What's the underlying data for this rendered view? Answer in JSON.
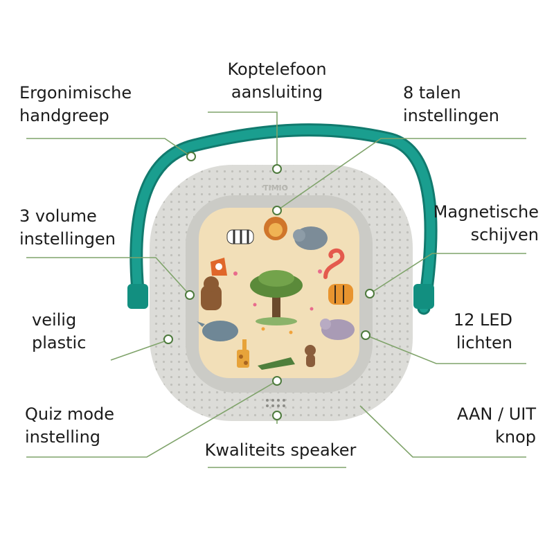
{
  "callouts": {
    "headphone": [
      "Koptelefoon",
      "aansluiting"
    ],
    "handle": [
      "Ergonimische",
      "handgreep"
    ],
    "languages": [
      "8 talen",
      "instellingen"
    ],
    "volume": [
      "3 volume",
      "instellingen"
    ],
    "discs": [
      "Magnetische",
      "schijven"
    ],
    "plastic": [
      "veilig",
      "plastic"
    ],
    "leds": [
      "12 LED",
      "lichten"
    ],
    "quiz": [
      "Quiz mode",
      "instelling"
    ],
    "power": [
      "AAN / UIT",
      "knop"
    ],
    "speaker": [
      "Kwaliteits speaker"
    ]
  },
  "device": {
    "brand": "TIMIO"
  },
  "colors": {
    "leader_line": "#7fa36a",
    "handle": "#1a9e8f",
    "handle_dark": "#117a6e",
    "body": "#dcdcd8",
    "bezel": "#cfcfca",
    "disc_bg": "#f2dfb8",
    "tree": "#5b8a3a"
  },
  "icons": [
    "lion-icon",
    "zebra-icon",
    "elephant-icon",
    "fox-icon",
    "snake-icon",
    "bear-icon",
    "tiger-icon",
    "tree-icon",
    "rhino-icon",
    "hippo-icon",
    "giraffe-icon",
    "crocodile-icon",
    "monkey-icon"
  ]
}
